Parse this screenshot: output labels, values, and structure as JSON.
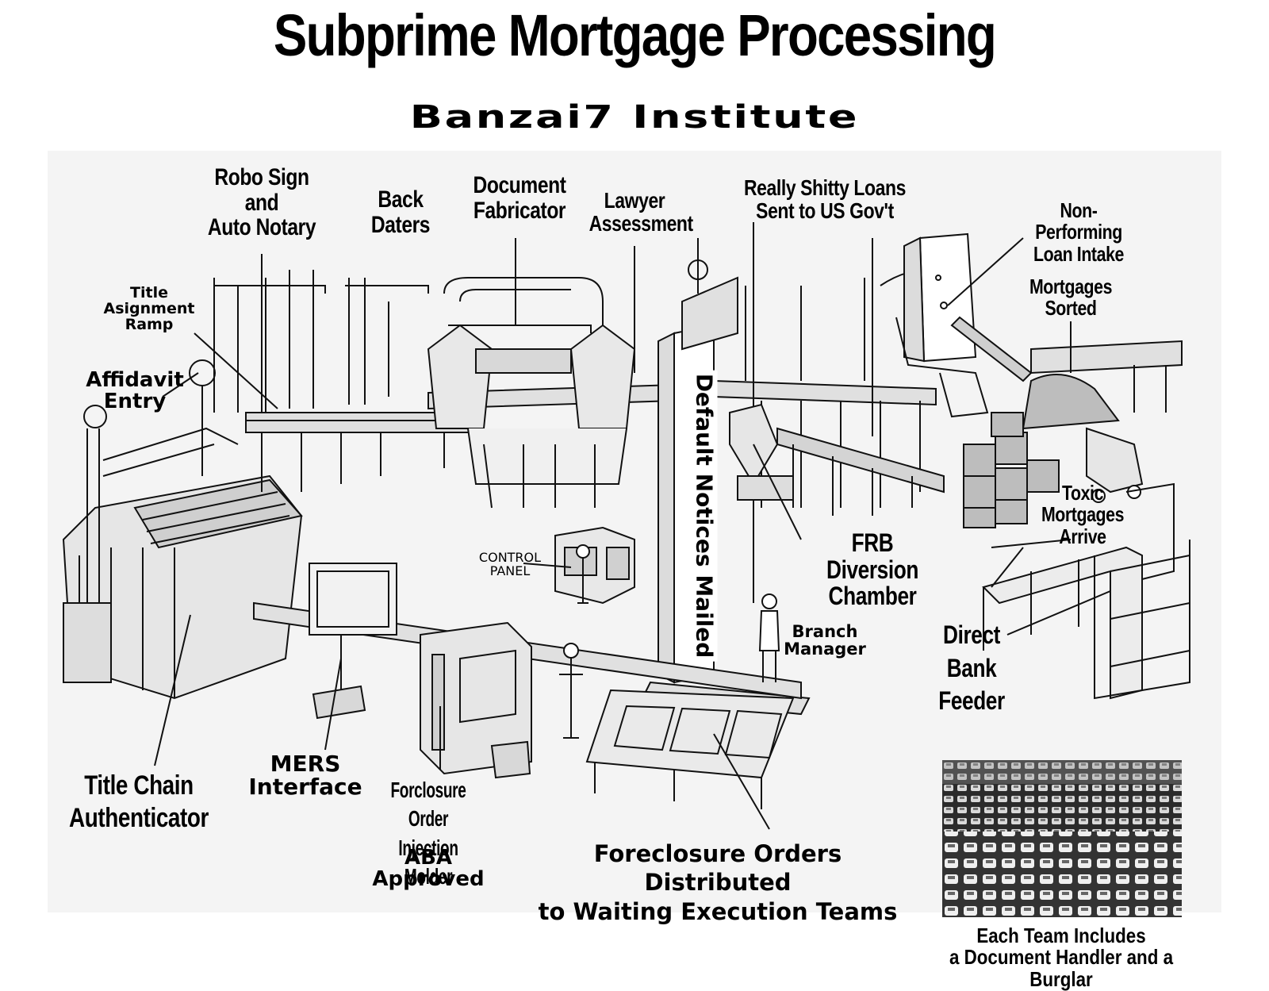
{
  "header": {
    "title": "Subprime Mortgage Processing",
    "subtitle": "Banzai7 Institute"
  },
  "labels": {
    "robo_sign": "Robo Sign\nand\nAuto Notary",
    "back_daters": "Back\nDaters",
    "document_fabricator": "Document\nFabricator",
    "lawyer_assessment": "Lawyer\nAssessment",
    "shitty_loans": "Really Shitty Loans\nSent to US Gov't",
    "non_performing": "Non-Performing\nLoan Intake",
    "mortgages_sorted": "Mortgages\nSorted",
    "title_assignment_ramp": "Title\nAsignment\nRamp",
    "affidavit_entry": "Affidavit\nEntry",
    "default_notices": "Default Notices Mailed",
    "control_panel": "CONTROL\nPANEL",
    "frb_diversion": "FRB Diversion\nChamber",
    "toxic_mortgages": "Toxic\nMortgages\nArrive",
    "branch_manager": "Branch\nManager",
    "direct_bank_feeder": "Direct Bank\nFeeder",
    "title_chain": "Title Chain\nAuthenticator",
    "mers_interface": "MERS\nInterface",
    "injection_molder": "Forclosure Order\nInjection Molder",
    "aba_approved": "ABA\nApproved",
    "foreclosure_orders": "Foreclosure Orders Distributed\nto Waiting Execution Teams",
    "team_caption": "Each Team Includes\na Document Handler and a Burglar"
  }
}
